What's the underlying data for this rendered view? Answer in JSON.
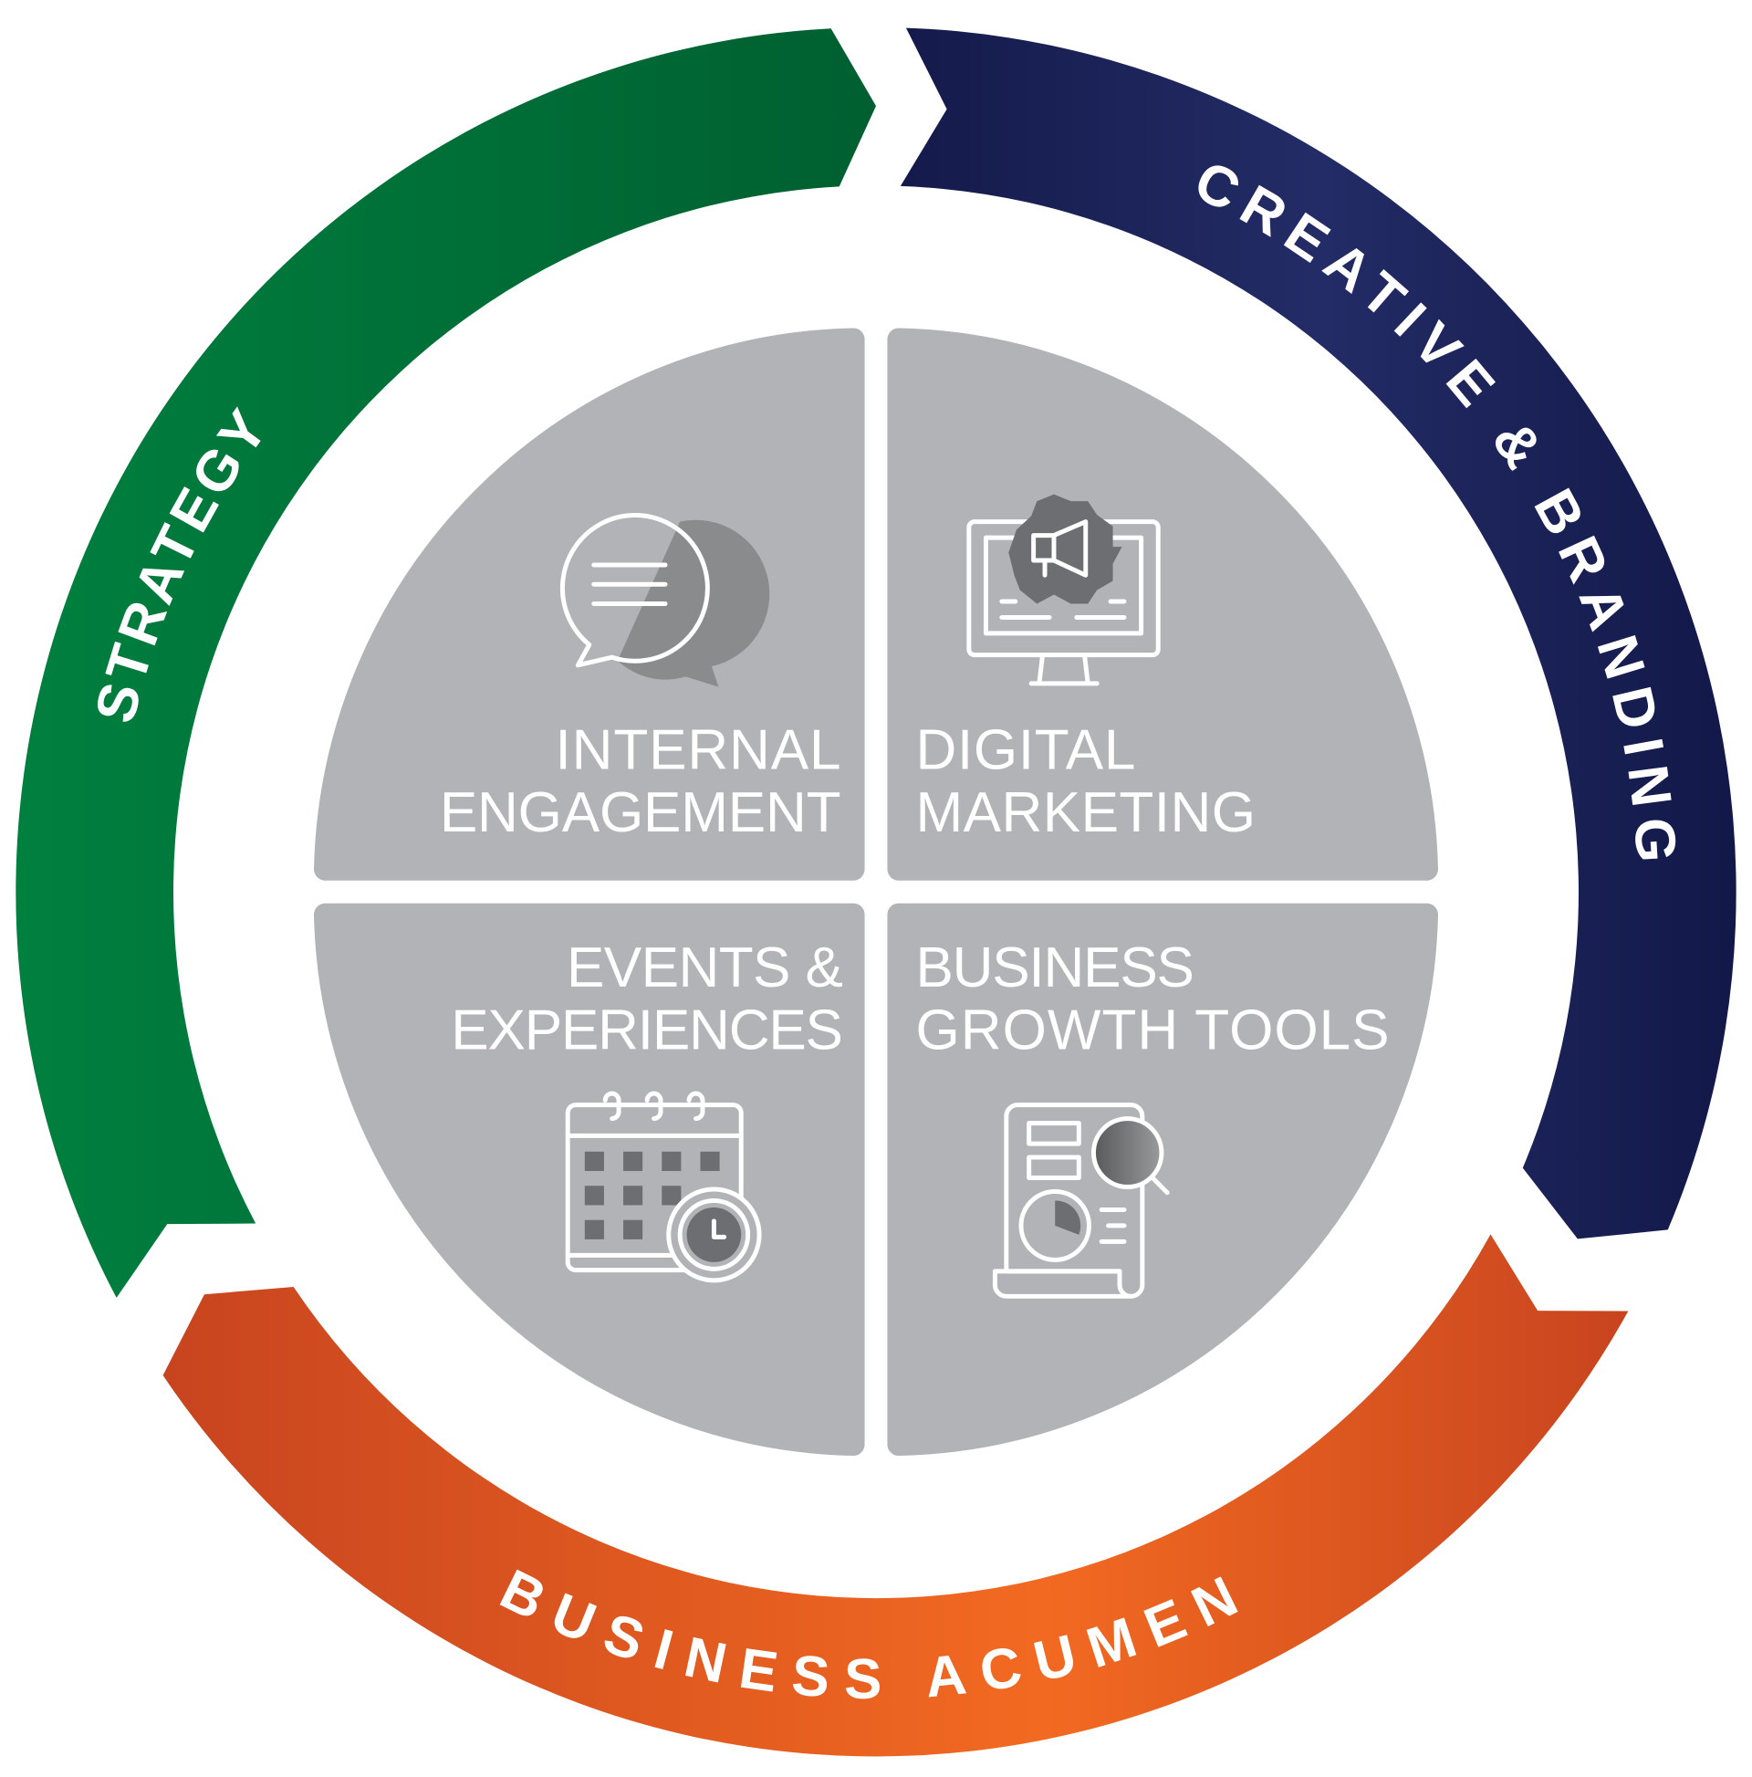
{
  "ring": {
    "strategy": {
      "label": "STRATEGY",
      "colors": [
        "#00803f",
        "#005f30"
      ]
    },
    "creative": {
      "label": "CREATIVE & BRANDING",
      "colors": [
        "#141a4a",
        "#232c66"
      ]
    },
    "business": {
      "label": "BUSINESS ACUMEN",
      "colors": [
        "#c8441f",
        "#f26a21"
      ]
    }
  },
  "quadrants": {
    "internal": {
      "line1": "INTERNAL",
      "line2": "ENGAGEMENT",
      "icon": "chat-bubbles-icon"
    },
    "digital": {
      "line1": "DIGITAL",
      "line2": "MARKETING",
      "icon": "monitor-megaphone-icon"
    },
    "events": {
      "line1": "EVENTS &",
      "line2": "EXPERIENCES",
      "icon": "calendar-clock-icon"
    },
    "growth": {
      "line1": "BUSINESS",
      "line2": "GROWTH TOOLS",
      "icon": "document-magnifier-icon"
    }
  },
  "colors": {
    "quadrant": "#b1b3b6",
    "icon_dark": "#6d6e71"
  }
}
